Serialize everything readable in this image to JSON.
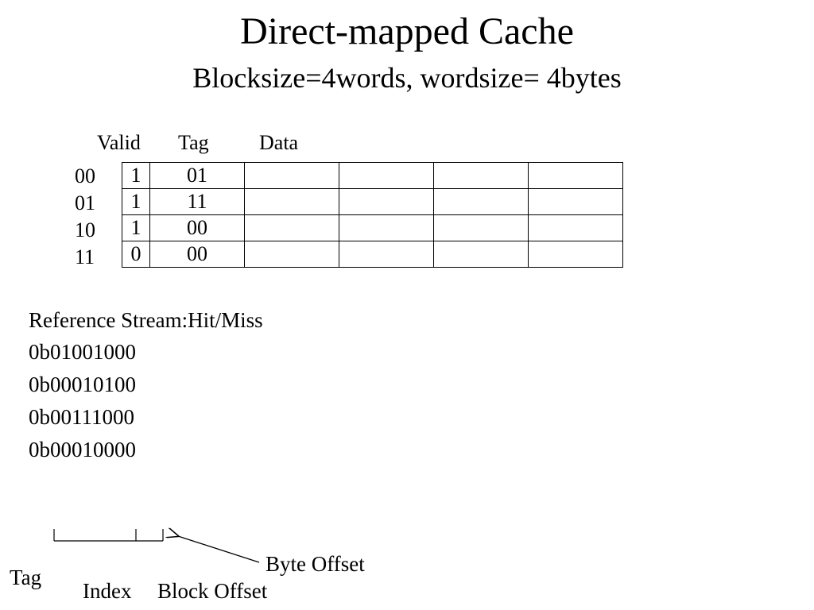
{
  "title": "Direct-mapped Cache",
  "subtitle": "Blocksize=4words, wordsize= 4bytes",
  "cache_table": {
    "headers": {
      "valid": "Valid",
      "tag": "Tag",
      "data": "Data"
    },
    "rows": [
      {
        "index": "00",
        "valid": "1",
        "tag": "01",
        "data": [
          "",
          "",
          "",
          ""
        ]
      },
      {
        "index": "01",
        "valid": "1",
        "tag": "11",
        "data": [
          "",
          "",
          "",
          ""
        ]
      },
      {
        "index": "10",
        "valid": "1",
        "tag": "00",
        "data": [
          "",
          "",
          "",
          ""
        ]
      },
      {
        "index": "11",
        "valid": "0",
        "tag": "00",
        "data": [
          "",
          "",
          "",
          ""
        ]
      }
    ]
  },
  "reference_stream": {
    "heading": "Reference Stream:Hit/Miss",
    "addresses": [
      "0b01001000",
      "0b00010100",
      "0b00111000",
      "0b00010000"
    ]
  },
  "address_diagram": {
    "tag_label": "Tag",
    "index_label": "Index",
    "block_offset_label": "Block Offset",
    "byte_offset_label": "Byte Offset"
  }
}
